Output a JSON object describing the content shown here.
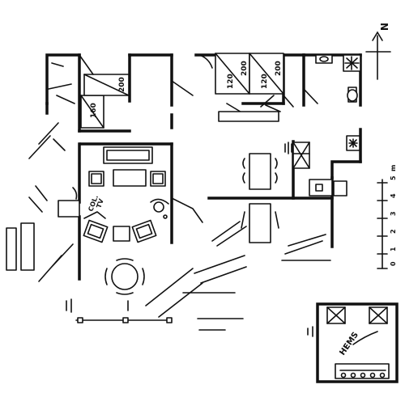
{
  "north_marker": "N",
  "beds": [
    "160",
    "200",
    "120",
    "200",
    "120",
    "200"
  ],
  "tv_label_line1": "COL.",
  "tv_label_line2": "TV",
  "scale_ticks": [
    "0",
    "1",
    "2",
    "3",
    "4",
    "5"
  ],
  "scale_unit": "m",
  "loft_label": "HEMS"
}
